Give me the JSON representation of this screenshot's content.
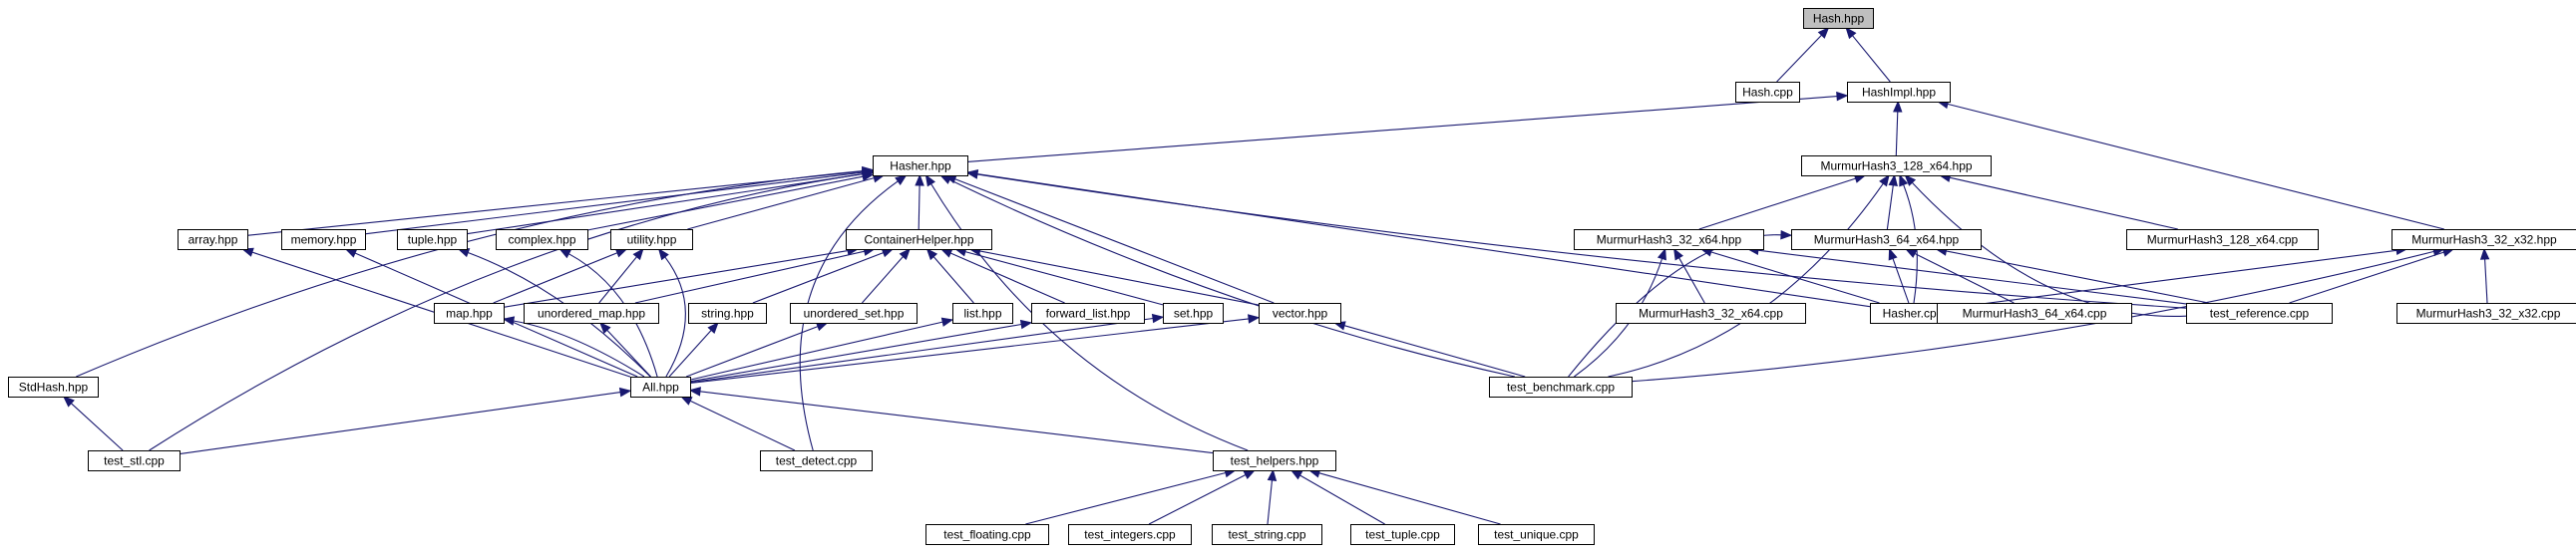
{
  "diagram": {
    "colors": {
      "edge": "#191970",
      "node_border": "#000000",
      "node_fill": "#ffffff",
      "highlight_fill": "#bfbfbf",
      "text": "#000000"
    },
    "nodes": [
      {
        "id": "hash_hpp",
        "label": "Hash.hpp",
        "highlight": true
      },
      {
        "id": "hash_cpp",
        "label": "Hash.cpp"
      },
      {
        "id": "hashimpl_hpp",
        "label": "HashImpl.hpp"
      },
      {
        "id": "hasher_hpp",
        "label": "Hasher.hpp"
      },
      {
        "id": "mm128_hpp",
        "label": "MurmurHash3_128_x64.hpp"
      },
      {
        "id": "array_hpp",
        "label": "array.hpp"
      },
      {
        "id": "memory_hpp",
        "label": "memory.hpp"
      },
      {
        "id": "tuple_hpp",
        "label": "tuple.hpp"
      },
      {
        "id": "complex_hpp",
        "label": "complex.hpp"
      },
      {
        "id": "utility_hpp",
        "label": "utility.hpp"
      },
      {
        "id": "containerhelper_hpp",
        "label": "ContainerHelper.hpp"
      },
      {
        "id": "mm32x64_hpp",
        "label": "MurmurHash3_32_x64.hpp"
      },
      {
        "id": "mm64_hpp",
        "label": "MurmurHash3_64_x64.hpp"
      },
      {
        "id": "mm128_cpp",
        "label": "MurmurHash3_128_x64.cpp"
      },
      {
        "id": "mm32x32_hpp",
        "label": "MurmurHash3_32_x32.hpp"
      },
      {
        "id": "map_hpp",
        "label": "map.hpp"
      },
      {
        "id": "unordered_map_hpp",
        "label": "unordered_map.hpp"
      },
      {
        "id": "string_hpp",
        "label": "string.hpp"
      },
      {
        "id": "unordered_set_hpp",
        "label": "unordered_set.hpp"
      },
      {
        "id": "list_hpp",
        "label": "list.hpp"
      },
      {
        "id": "forward_list_hpp",
        "label": "forward_list.hpp"
      },
      {
        "id": "set_hpp",
        "label": "set.hpp"
      },
      {
        "id": "vector_hpp",
        "label": "vector.hpp"
      },
      {
        "id": "mm32x64_cpp",
        "label": "MurmurHash3_32_x64.cpp"
      },
      {
        "id": "hasher_cpp",
        "label": "Hasher.cpp"
      },
      {
        "id": "mm64_cpp",
        "label": "MurmurHash3_64_x64.cpp"
      },
      {
        "id": "test_reference_cpp",
        "label": "test_reference.cpp"
      },
      {
        "id": "mm32x32_cpp",
        "label": "MurmurHash3_32_x32.cpp"
      },
      {
        "id": "stdhash_hpp",
        "label": "StdHash.hpp"
      },
      {
        "id": "all_hpp",
        "label": "All.hpp"
      },
      {
        "id": "test_benchmark_cpp",
        "label": "test_benchmark.cpp"
      },
      {
        "id": "test_stl_cpp",
        "label": "test_stl.cpp"
      },
      {
        "id": "test_detect_cpp",
        "label": "test_detect.cpp"
      },
      {
        "id": "test_helpers_hpp",
        "label": "test_helpers.hpp"
      },
      {
        "id": "test_floating_cpp",
        "label": "test_floating.cpp"
      },
      {
        "id": "test_integers_cpp",
        "label": "test_integers.cpp"
      },
      {
        "id": "test_string_cpp",
        "label": "test_string.cpp"
      },
      {
        "id": "test_tuple_cpp",
        "label": "test_tuple.cpp"
      },
      {
        "id": "test_unique_cpp",
        "label": "test_unique.cpp"
      }
    ],
    "edges": [
      {
        "from": "hash_cpp",
        "to": "hash_hpp"
      },
      {
        "from": "hashimpl_hpp",
        "to": "hash_hpp"
      },
      {
        "from": "hasher_hpp",
        "to": "hashimpl_hpp"
      },
      {
        "from": "mm128_hpp",
        "to": "hashimpl_hpp"
      },
      {
        "from": "mm32x32_hpp",
        "to": "hashimpl_hpp"
      },
      {
        "from": "array_hpp",
        "to": "hasher_hpp"
      },
      {
        "from": "memory_hpp",
        "to": "hasher_hpp"
      },
      {
        "from": "tuple_hpp",
        "to": "hasher_hpp"
      },
      {
        "from": "complex_hpp",
        "to": "hasher_hpp"
      },
      {
        "from": "utility_hpp",
        "to": "hasher_hpp"
      },
      {
        "from": "containerhelper_hpp",
        "to": "hasher_hpp"
      },
      {
        "from": "stdhash_hpp",
        "to": "hasher_hpp"
      },
      {
        "from": "test_stl_cpp",
        "to": "hasher_hpp"
      },
      {
        "from": "vector_hpp",
        "to": "hasher_hpp"
      },
      {
        "from": "hasher_cpp",
        "to": "hasher_hpp"
      },
      {
        "from": "test_reference_cpp",
        "to": "hasher_hpp"
      },
      {
        "from": "test_benchmark_cpp",
        "to": "hasher_hpp"
      },
      {
        "from": "test_detect_cpp",
        "to": "hasher_hpp"
      },
      {
        "from": "test_helpers_hpp",
        "to": "hasher_hpp"
      },
      {
        "from": "mm32x64_hpp",
        "to": "mm128_hpp"
      },
      {
        "from": "mm64_hpp",
        "to": "mm128_hpp"
      },
      {
        "from": "mm128_cpp",
        "to": "mm128_hpp"
      },
      {
        "from": "hasher_cpp",
        "to": "mm128_hpp"
      },
      {
        "from": "test_reference_cpp",
        "to": "mm128_hpp"
      },
      {
        "from": "test_benchmark_cpp",
        "to": "mm128_hpp"
      },
      {
        "from": "map_hpp",
        "to": "containerhelper_hpp"
      },
      {
        "from": "unordered_map_hpp",
        "to": "containerhelper_hpp"
      },
      {
        "from": "string_hpp",
        "to": "containerhelper_hpp"
      },
      {
        "from": "unordered_set_hpp",
        "to": "containerhelper_hpp"
      },
      {
        "from": "list_hpp",
        "to": "containerhelper_hpp"
      },
      {
        "from": "forward_list_hpp",
        "to": "containerhelper_hpp"
      },
      {
        "from": "set_hpp",
        "to": "containerhelper_hpp"
      },
      {
        "from": "vector_hpp",
        "to": "containerhelper_hpp"
      },
      {
        "from": "map_hpp",
        "to": "utility_hpp"
      },
      {
        "from": "unordered_map_hpp",
        "to": "utility_hpp"
      },
      {
        "from": "all_hpp",
        "to": "array_hpp"
      },
      {
        "from": "all_hpp",
        "to": "memory_hpp"
      },
      {
        "from": "all_hpp",
        "to": "tuple_hpp"
      },
      {
        "from": "all_hpp",
        "to": "complex_hpp"
      },
      {
        "from": "all_hpp",
        "to": "utility_hpp"
      },
      {
        "from": "all_hpp",
        "to": "map_hpp"
      },
      {
        "from": "all_hpp",
        "to": "unordered_map_hpp"
      },
      {
        "from": "all_hpp",
        "to": "string_hpp"
      },
      {
        "from": "all_hpp",
        "to": "unordered_set_hpp"
      },
      {
        "from": "all_hpp",
        "to": "list_hpp"
      },
      {
        "from": "all_hpp",
        "to": "forward_list_hpp"
      },
      {
        "from": "all_hpp",
        "to": "set_hpp"
      },
      {
        "from": "all_hpp",
        "to": "vector_hpp"
      },
      {
        "from": "mm32x64_cpp",
        "to": "mm32x64_hpp"
      },
      {
        "from": "hasher_cpp",
        "to": "mm32x64_hpp"
      },
      {
        "from": "test_reference_cpp",
        "to": "mm32x64_hpp"
      },
      {
        "from": "test_benchmark_cpp",
        "to": "mm32x64_hpp"
      },
      {
        "from": "hasher_cpp",
        "to": "mm64_hpp"
      },
      {
        "from": "mm64_cpp",
        "to": "mm64_hpp"
      },
      {
        "from": "test_reference_cpp",
        "to": "mm64_hpp"
      },
      {
        "from": "test_benchmark_cpp",
        "to": "mm64_hpp"
      },
      {
        "from": "hasher_cpp",
        "to": "mm32x32_hpp"
      },
      {
        "from": "test_reference_cpp",
        "to": "mm32x32_hpp"
      },
      {
        "from": "mm32x32_cpp",
        "to": "mm32x32_hpp"
      },
      {
        "from": "test_benchmark_cpp",
        "to": "mm32x32_hpp"
      },
      {
        "from": "test_benchmark_cpp",
        "to": "vector_hpp"
      },
      {
        "from": "test_stl_cpp",
        "to": "stdhash_hpp"
      },
      {
        "from": "test_stl_cpp",
        "to": "all_hpp"
      },
      {
        "from": "test_detect_cpp",
        "to": "all_hpp"
      },
      {
        "from": "test_helpers_hpp",
        "to": "all_hpp"
      },
      {
        "from": "test_floating_cpp",
        "to": "test_helpers_hpp"
      },
      {
        "from": "test_integers_cpp",
        "to": "test_helpers_hpp"
      },
      {
        "from": "test_string_cpp",
        "to": "test_helpers_hpp"
      },
      {
        "from": "test_tuple_cpp",
        "to": "test_helpers_hpp"
      },
      {
        "from": "test_unique_cpp",
        "to": "test_helpers_hpp"
      }
    ]
  }
}
